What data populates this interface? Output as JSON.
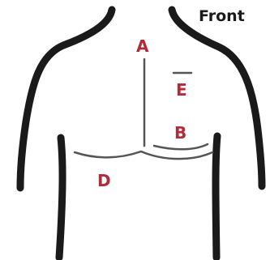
{
  "diagram": {
    "view_label": "Front",
    "label_color": "#b22b3a",
    "outline_color": "#1a1a1a",
    "incision_color": "#555555",
    "incisions": [
      {
        "id": "A",
        "label": "A"
      },
      {
        "id": "B",
        "label": "B"
      },
      {
        "id": "D",
        "label": "D"
      },
      {
        "id": "E",
        "label": "E"
      }
    ]
  }
}
